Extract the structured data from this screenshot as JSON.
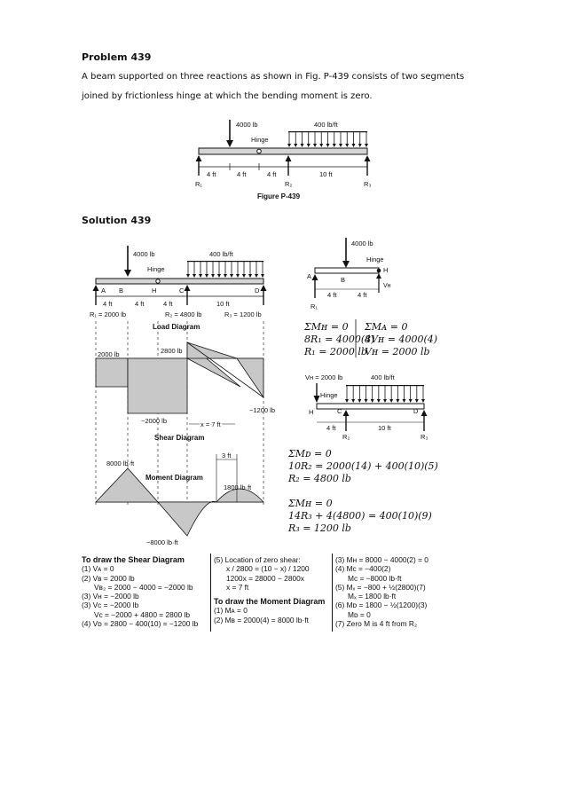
{
  "problem": {
    "heading": "Problem 439",
    "text_line1": "A beam supported on three reactions as shown in Fig. P-439 consists of two segments",
    "text_line2": "joined by frictionless hinge at which the bending moment is zero."
  },
  "figure_p439": {
    "load_point": "4000 lb",
    "load_dist": "400 lb/ft",
    "hinge": "Hinge",
    "dims": [
      "4 ft",
      "4 ft",
      "4 ft",
      "10 ft"
    ],
    "r1": "R₁",
    "r2": "R₂",
    "r3": "R₃",
    "caption": "Figure P-439"
  },
  "solution": {
    "heading": "Solution 439",
    "beam": {
      "load_point": "4000 lb",
      "load_dist": "400 lb/ft",
      "hinge": "Hinge",
      "points": [
        "A",
        "B",
        "H",
        "C",
        "D"
      ],
      "dims": [
        "4 ft",
        "4 ft",
        "4 ft",
        "10 ft"
      ],
      "r1": "R₁ = 2000 lb",
      "r2": "R₂ = 4800 lb",
      "r3": "R₃ = 1200 lb",
      "load_diagram": "Load Diagram"
    },
    "shear": {
      "title": "Shear Diagram",
      "values": [
        "2000 lb",
        "2800 lb",
        "−2000 lb",
        "−1200 lb"
      ],
      "zero_note": "x = 7 ft"
    },
    "moment": {
      "title": "Moment Diagram",
      "values": [
        "8000 lb·ft",
        "−8000 lb·ft",
        "1800 lb·ft"
      ],
      "dim": "3 ft"
    },
    "fbd_left": {
      "load": "4000 lb",
      "hinge": "Hinge",
      "labels": [
        "A",
        "B",
        "H",
        "Vʜ"
      ],
      "dims": [
        "4 ft",
        "4 ft"
      ],
      "r1": "R₁"
    },
    "eq_left": {
      "line1": "ΣMʜ = 0",
      "line2": "8R₁ = 4000(4)",
      "line3": "R₁ = 2000 lb"
    },
    "eq_right": {
      "line1": "ΣMᴀ = 0",
      "line2": "8Vʜ = 4000(4)",
      "line3": "Vʜ = 2000 lb"
    },
    "fbd_right": {
      "vh": "Vʜ = 2000 lb",
      "load": "400 lb/ft",
      "hinge": "Hinge",
      "labels": [
        "H",
        "C",
        "D"
      ],
      "dims": [
        "4 ft",
        "10 ft"
      ],
      "r2": "R₂",
      "r3": "R₃"
    },
    "eq_lower": {
      "l1": "ΣMᴅ = 0",
      "l2": "10R₂ = 2000(14) + 400(10)(5)",
      "l3": "R₂ = 4800 lb",
      "l4": "ΣMʜ = 0",
      "l5": "14R₃ + 4(4800) = 400(10)(9)",
      "l6": "R₃ = 1200 lb"
    }
  },
  "notes": {
    "col1_title": "To draw the Shear Diagram",
    "col1": "(1) Vᴀ = 0\n(2) Vʙ = 2000 lb\n      Vʙ₂ = 2000 − 4000 = −2000 lb\n(3) Vʜ = −2000 lb\n(3) Vc = −2000 lb\n      Vc = −2000 + 4800 = 2800 lb\n(4) Vᴅ = 2800 − 400(10) = −1200 lb",
    "col2_a": "(5) Location of zero shear:\n      x / 2800 = (10 − x) / 1200\n      1200x = 28000 − 2800x\n      x = 7 ft",
    "col2_title": "To draw the Moment Diagram",
    "col2_b": "(1) Mᴀ = 0\n(2) Mʙ = 2000(4) = 8000 lb·ft",
    "col3": "(3) Mʜ = 8000 − 4000(2) = 0\n(4) Mc = −400(2)\n      Mc = −8000 lb·ft\n(5) Mₓ = −800 + ½(2800)(7)\n      Mₓ = 1800 lb·ft\n(6) Mᴅ = 1800 − ½(1200)(3)\n      Mᴅ = 0\n(7) Zero M is 4 ft from R₂"
  }
}
